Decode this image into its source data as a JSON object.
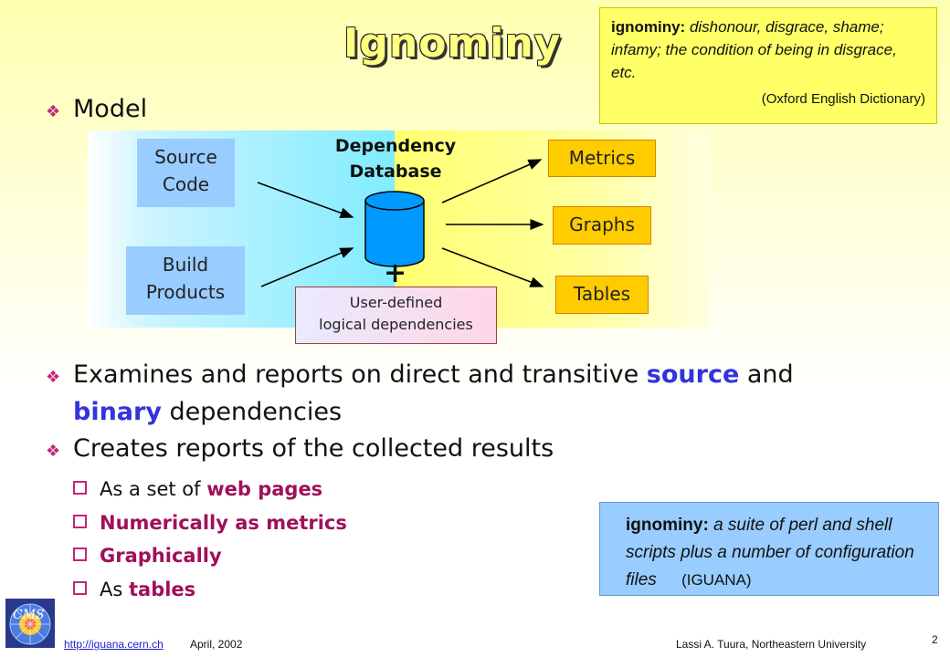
{
  "title": "Ignominy",
  "definition_box": {
    "term": "ignominy:",
    "definition": "dishonour, disgrace, shame; infamy; the condition of being in disgrace, etc.",
    "source": "(Oxford English Dictionary)"
  },
  "bullets": {
    "model": "Model",
    "examines_pre": "Examines and reports on direct and transitive ",
    "examines_source": "source",
    "examines_and": " and",
    "examines_binary": "binary",
    "examines_post": " dependencies",
    "creates": "Creates reports of the collected results"
  },
  "sub_bullets": {
    "web_pre": "As a set of ",
    "web_hl": "web pages",
    "numeric": "Numerically as metrics",
    "graphic": "Graphically",
    "tables_pre": "As ",
    "tables_hl": "tables"
  },
  "diagram": {
    "source_code_line1": "Source",
    "source_code_line2": "Code",
    "build_line1": "Build",
    "build_line2": "Products",
    "db_line1": "Dependency",
    "db_line2": "Database",
    "plus": "+",
    "user_line1": "User-defined",
    "user_line2": "logical dependencies",
    "metrics": "Metrics",
    "graphs": "Graphs",
    "tables": "Tables"
  },
  "suite_box": {
    "term": "ignominy:",
    "definition": "a suite of perl and shell scripts plus a number of configuration files",
    "source": "(IGUANA)"
  },
  "footer": {
    "url": "http://iguana.cern.ch",
    "date": "April, 2002",
    "author": "Lassi A. Tuura,  Northeastern University",
    "page": "2"
  },
  "colors": {
    "accent_magenta": "#a0105a",
    "highlight_blue": "#3333dd",
    "orange_box": "#ffcc00",
    "blue_box": "#99ccff",
    "def_box": "#ffff66"
  }
}
